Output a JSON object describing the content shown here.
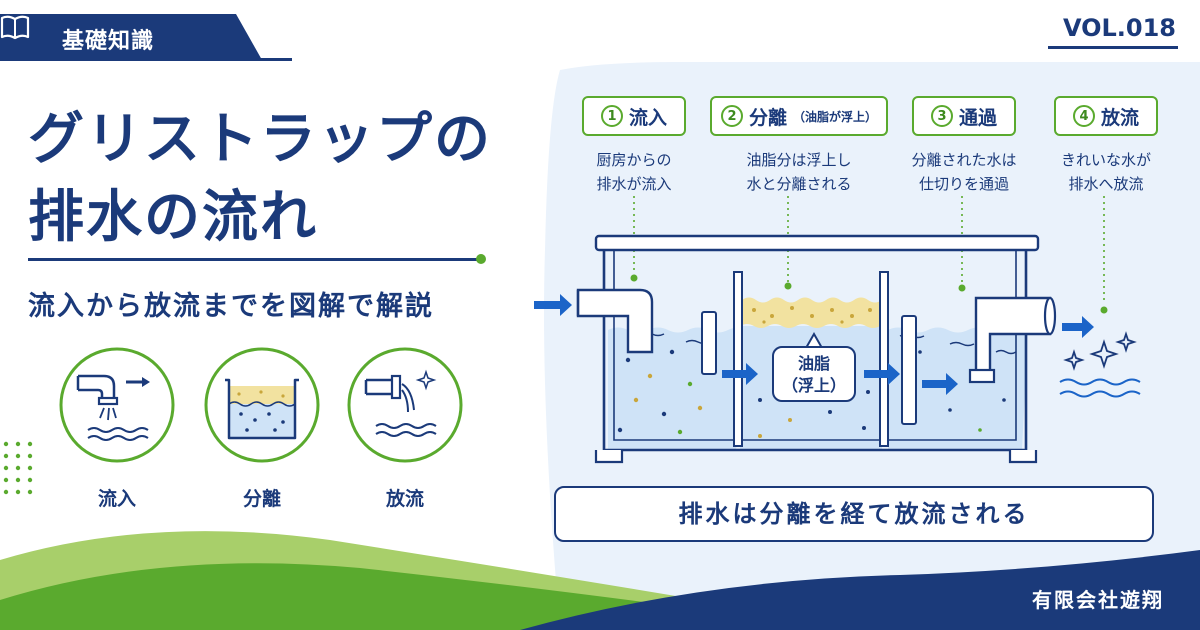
{
  "header": {
    "category": "基礎知識",
    "icon": "book-icon",
    "volume": "VOL.018"
  },
  "title": {
    "line1": "グリストラップの",
    "line2": "排水の流れ",
    "subtitle": "流入から放流までを図解で解説"
  },
  "icons": [
    {
      "label": "流入",
      "icon": "inflow-pipe-icon"
    },
    {
      "label": "分離",
      "icon": "separation-tank-icon"
    },
    {
      "label": "放流",
      "icon": "discharge-pipe-icon"
    }
  ],
  "steps": [
    {
      "num": "1",
      "title": "流入",
      "note": "",
      "desc1": "厨房からの",
      "desc2": "排水が流入"
    },
    {
      "num": "2",
      "title": "分離",
      "note": "（油脂が浮上）",
      "desc1": "油脂分は浮上し",
      "desc2": "水と分離される"
    },
    {
      "num": "3",
      "title": "通過",
      "note": "",
      "desc1": "分離された水は",
      "desc2": "仕切りを通過"
    },
    {
      "num": "4",
      "title": "放流",
      "note": "",
      "desc1": "きれいな水が",
      "desc2": "排水へ放流"
    }
  ],
  "diagram": {
    "oil_label_line1": "油脂",
    "oil_label_line2": "（浮上）"
  },
  "summary": "排水は分離を経て放流される",
  "company": "有限会社遊翔",
  "colors": {
    "navy": "#1b3a7a",
    "green": "#5aaa2e",
    "light_green": "#a8cf6a",
    "water": "#cfe3f7",
    "oil": "#f2e2a0",
    "panel": "#eaf2fb"
  }
}
